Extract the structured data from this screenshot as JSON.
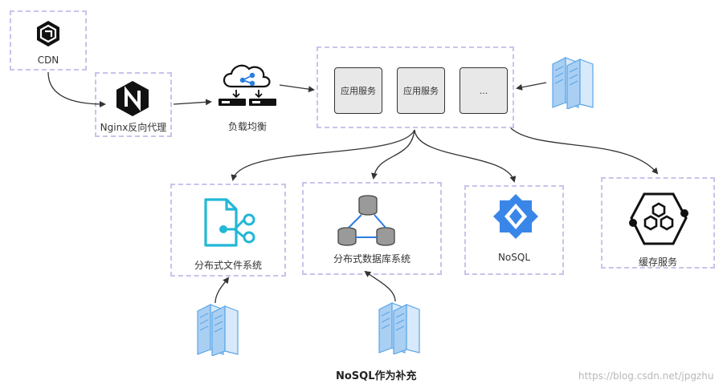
{
  "nodes": {
    "cdn": "CDN",
    "nginx": "Nginx反向代理",
    "lb": "负载均衡",
    "app1": "应用服务",
    "app2": "应用服务",
    "app3": "...",
    "dfs": "分布式文件系统",
    "ddb": "分布式数据库系统",
    "nosql": "NoSQL",
    "cache": "缓存服务"
  },
  "caption": "NoSQL作为补充",
  "watermark": "https://blog.csdn.net/jpgzhu",
  "icons": [
    "cdn-icon",
    "nginx-icon",
    "load-balancer-icon",
    "server-rack-icon",
    "file-share-icon",
    "database-icon",
    "nosql-icon",
    "cache-icon"
  ],
  "colors": {
    "box_border": "#c9c3ec",
    "server_blue": "#5aa5e6",
    "file_icon": "#22b7d6",
    "nosql_blue": "#3a86e8"
  }
}
